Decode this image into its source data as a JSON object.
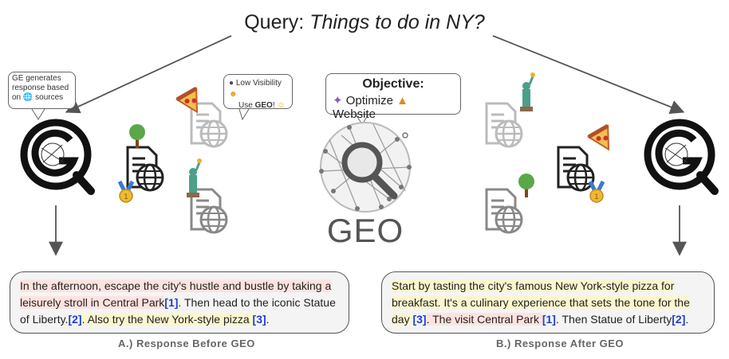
{
  "query": {
    "label": "Query:",
    "value": "Things to do in NY?"
  },
  "ge_bubble": {
    "line1": "GE generates",
    "line2": "response based",
    "line3_pre": "on",
    "line3_post": "sources"
  },
  "low_visibility_bubble": {
    "line1": "Low Visibility",
    "line2_pre": "Use",
    "line2_bold": "GEO",
    "line2_post": "!"
  },
  "objective": {
    "title": "Objective:",
    "optimize": "Optimize",
    "website": "Website"
  },
  "geo_label": "GEO",
  "response_before": {
    "part1": "In the afternoon, escape the city's hustle and bustle by taking a leisurely stroll in Central Park",
    "cite1": "[1]",
    "part2": ". Then head to the iconic Statue of Liberty.",
    "cite2": "[2]",
    "part3": ". Also try the New York-style pizza ",
    "cite3": "[3]",
    "part4": "."
  },
  "response_after": {
    "part1": "Start by tasting the city's famous New York-style pizza for breakfast. It's a culinary experience that sets the tone for the day ",
    "cite1": "[3]",
    "part2": ". The visit Central Park ",
    "cite2": "[1]",
    "part3": ". Then Statue of Liberty",
    "cite3": "[2]",
    "part4": "."
  },
  "caption_before": "A.) Response Before GEO",
  "caption_after": "B.) Response After GEO",
  "medal_number": "1",
  "icons": [
    "search-engine-logo-icon",
    "pizza-icon",
    "tree-icon",
    "statue-of-liberty-icon",
    "document-globe-icon",
    "medal-icon",
    "magic-wand-icon",
    "geo-network-magnifier-icon"
  ],
  "colors": {
    "highlight_red": "#fde3e0",
    "highlight_yellow": "#fbf6cf",
    "citation": "#2040d0"
  }
}
